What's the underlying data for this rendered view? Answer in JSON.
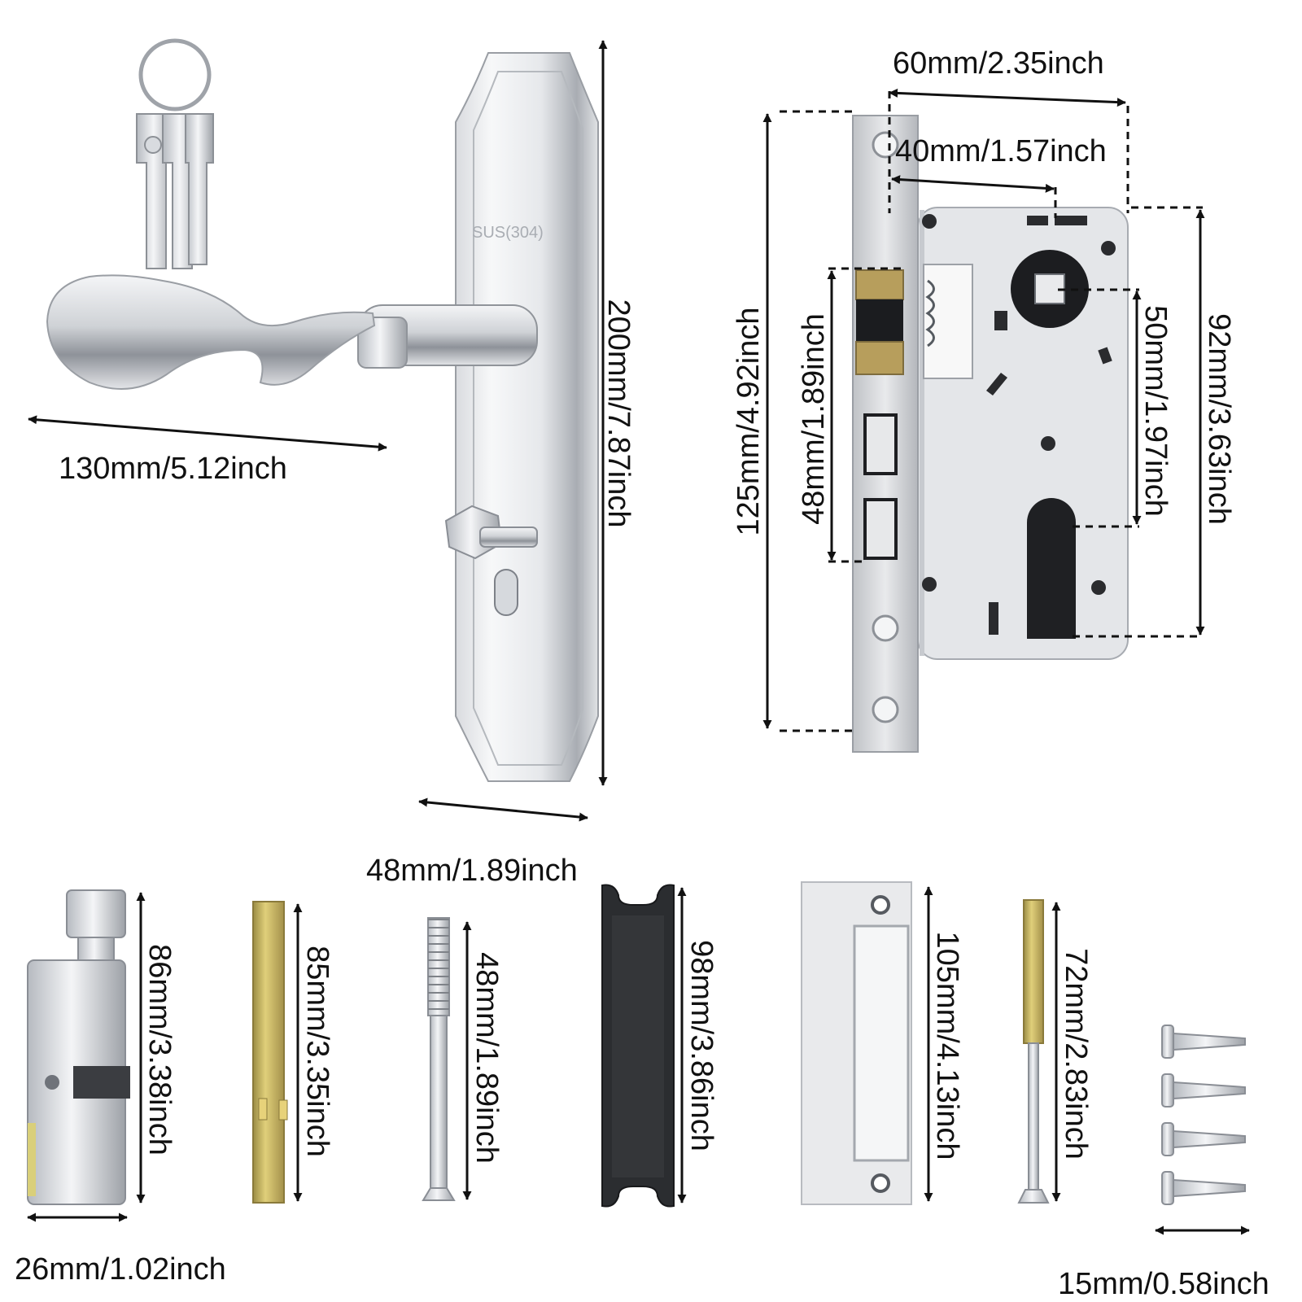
{
  "product": {
    "plate_engraving": "SUS(304)"
  },
  "dimensions": {
    "handle_length": "130mm/5.12inch",
    "plate_height": "200mm/7.87inch",
    "plate_width": "48mm/1.89inch",
    "body_width": "60mm/2.35inch",
    "backset": "40mm/1.57inch",
    "faceplate_height": "125mm/4.92inch",
    "latch_span": "48mm/1.89inch",
    "spindle_to_cylinder": "50mm/1.97inch",
    "case_height": "92mm/3.63inch",
    "cylinder_height": "86mm/3.38inch",
    "cylinder_width": "26mm/1.02inch",
    "spindle_length": "85mm/3.35inch",
    "bolt_length": "48mm/1.89inch",
    "box_height": "98mm/3.86inch",
    "strike_height": "105mm/4.13inch",
    "sleeve_length": "72mm/2.83inch",
    "screw_length": "15mm/0.58inch"
  },
  "colors": {
    "steel_light": "#f2f3f5",
    "steel_mid": "#c9ccd1",
    "steel_dark": "#8a8e95",
    "zinc_yellow": "#cdb64f",
    "rubber_black": "#2b2d30",
    "brass": "#b99a4e"
  },
  "icons": [
    "key-icon",
    "arrow-icon",
    "screw-icon"
  ]
}
